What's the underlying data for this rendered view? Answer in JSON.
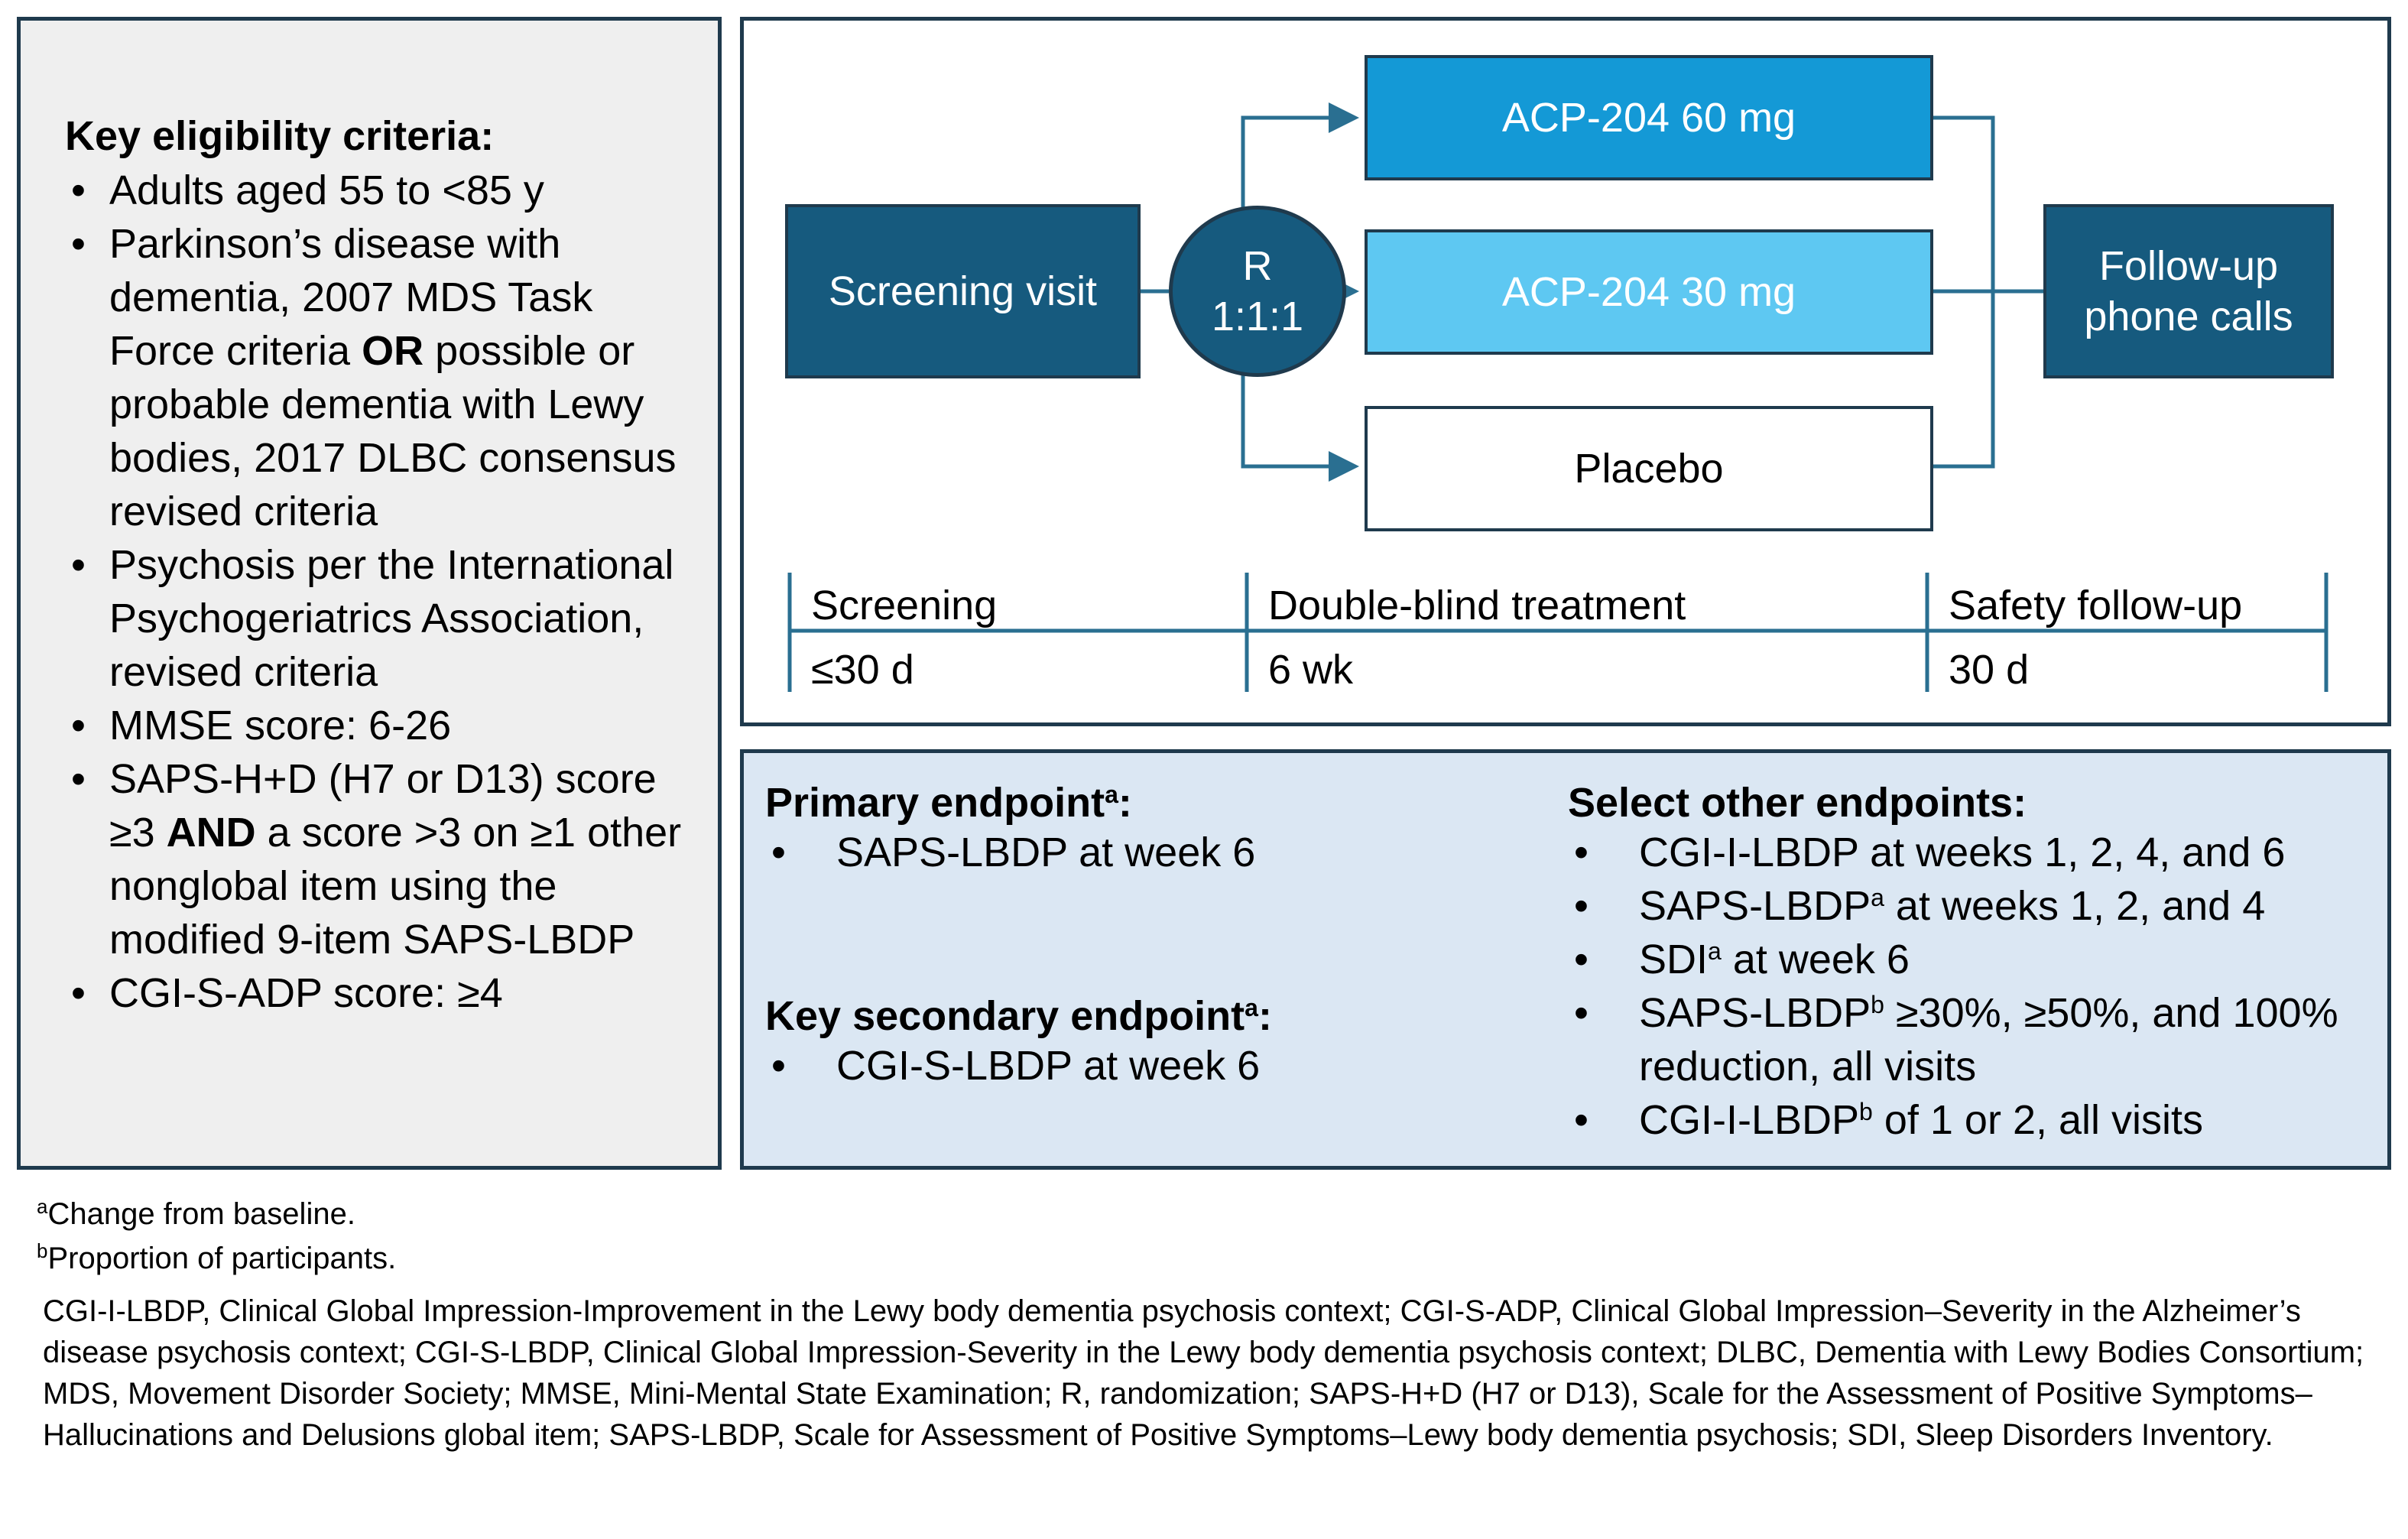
{
  "eligibility": {
    "heading": "Key eligibility criteria:",
    "criteria": [
      {
        "pre": "Adults aged 55 to <85 y"
      },
      {
        "pre": "Parkinson’s disease with dementia, 2007 MDS Task Force criteria ",
        "bold": "OR",
        "post": " possible or probable dementia with Lewy bodies, 2017 DLBC consensus revised criteria"
      },
      {
        "pre": "Psychosis per the International Psychogeriatrics Association, revised criteria"
      },
      {
        "pre": "MMSE score: 6-26"
      },
      {
        "pre": "SAPS-H+D (H7 or D13) score ≥3 ",
        "bold": "AND",
        "post": " a score >3 on ≥1 other nonglobal item using the modified 9-item SAPS-LBDP"
      },
      {
        "pre": "CGI-S-ADP score: ≥4"
      }
    ]
  },
  "design": {
    "screening_box": "Screening visit",
    "randomization": {
      "line1": "R",
      "line2": "1:1:1"
    },
    "arms": [
      {
        "label": "ACP-204 60 mg",
        "fill": "#1499d6",
        "text_color": "#ffffff"
      },
      {
        "label": "ACP-204 30 mg",
        "fill": "#5ec8f2",
        "text_color": "#ffffff"
      },
      {
        "label": "Placebo",
        "fill": "#ffffff",
        "text_color": "#000000"
      }
    ],
    "followup_box": "Follow-up phone calls",
    "phases": [
      {
        "name": "Screening",
        "duration": "≤30 d"
      },
      {
        "name": "Double-blind treatment",
        "duration": "6 wk"
      },
      {
        "name": "Safety follow-up",
        "duration": "30 d"
      }
    ]
  },
  "endpoints": {
    "primary_heading": "Primary endpoint",
    "primary_heading_sup": "a",
    "primary_heading_suffix": ":",
    "primary_items": [
      "SAPS-LBDP at week 6"
    ],
    "key_secondary_heading": "Key secondary endpoint",
    "key_secondary_heading_sup": "a",
    "key_secondary_heading_suffix": ":",
    "key_secondary_items": [
      "CGI-S-LBDP at week 6"
    ],
    "other_heading": "Select other endpoints:",
    "other_items": [
      {
        "pre": "CGI-I-LBDP at weeks 1, 2, 4, and 6"
      },
      {
        "pre": "SAPS-LBDP",
        "sup": "a",
        "post": " at weeks 1, 2, and 4"
      },
      {
        "pre": "SDI",
        "sup": "a",
        "post": " at week 6"
      },
      {
        "pre": "SAPS-LBDP",
        "sup": "b",
        "post": " ≥30%, ≥50%, and 100% reduction, all visits"
      },
      {
        "pre": "CGI-I-LBDP",
        "sup": "b",
        "post": "  of 1 or 2, all visits"
      }
    ]
  },
  "footnotes": [
    {
      "mark": "a",
      "text": "Change from baseline."
    },
    {
      "mark": "b",
      "text": "Proportion of participants."
    }
  ],
  "abbreviations": "CGI-I-LBDP, Clinical Global Impression-Improvement in the Lewy body dementia psychosis context; CGI-S-ADP, Clinical Global Impression–Severity in the Alzheimer’s disease psychosis context; CGI-S-LBDP, Clinical Global Impression-Severity in the Lewy body dementia psychosis context; DLBC, Dementia with Lewy Bodies Consortium; MDS, Movement Disorder Society; MMSE, Mini-Mental State Examination; R, randomization; SAPS-H+D (H7 or D13), Scale for the Assessment of Positive Symptoms–Hallucinations and Delusions global item; SAPS-LBDP, Scale for Assessment of Positive Symptoms–Lewy body dementia psychosis; SDI, Sleep Disorders Inventory.",
  "colors": {
    "dark_navy": "#165a7e",
    "border": "#1f3a4d",
    "line": "#2a6f91",
    "endpoint_bg": "#dbe7f3",
    "criteria_bg": "#efefef"
  }
}
